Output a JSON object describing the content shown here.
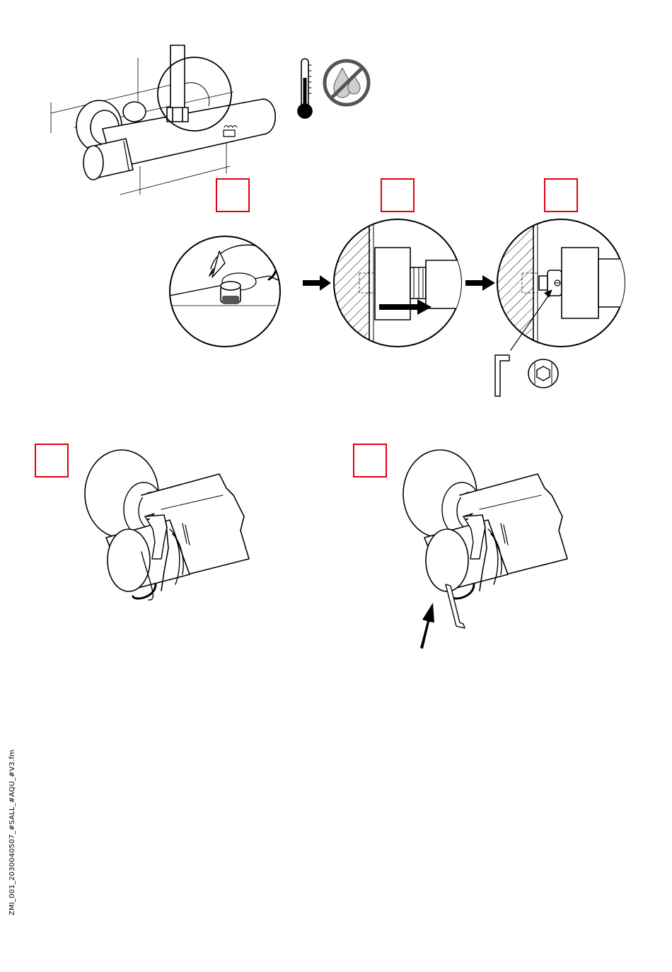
{
  "document": {
    "side_label": "ZMI_001_2030040507_#SALL_#AQU_#V3.fm"
  },
  "step_boxes": [
    {
      "id": "step-box-1",
      "label": ""
    },
    {
      "id": "step-box-2",
      "label": ""
    },
    {
      "id": "step-box-3",
      "label": ""
    },
    {
      "id": "step-box-4",
      "label": ""
    },
    {
      "id": "step-box-5",
      "label": ""
    }
  ],
  "icons": [
    "thermometer-icon",
    "no-water-icon",
    "allen-key-icon",
    "hex-socket-icon"
  ],
  "colors": {
    "step_box": "#e3000f",
    "line": "#000000",
    "hatch": "#000000",
    "background": "#ffffff"
  }
}
